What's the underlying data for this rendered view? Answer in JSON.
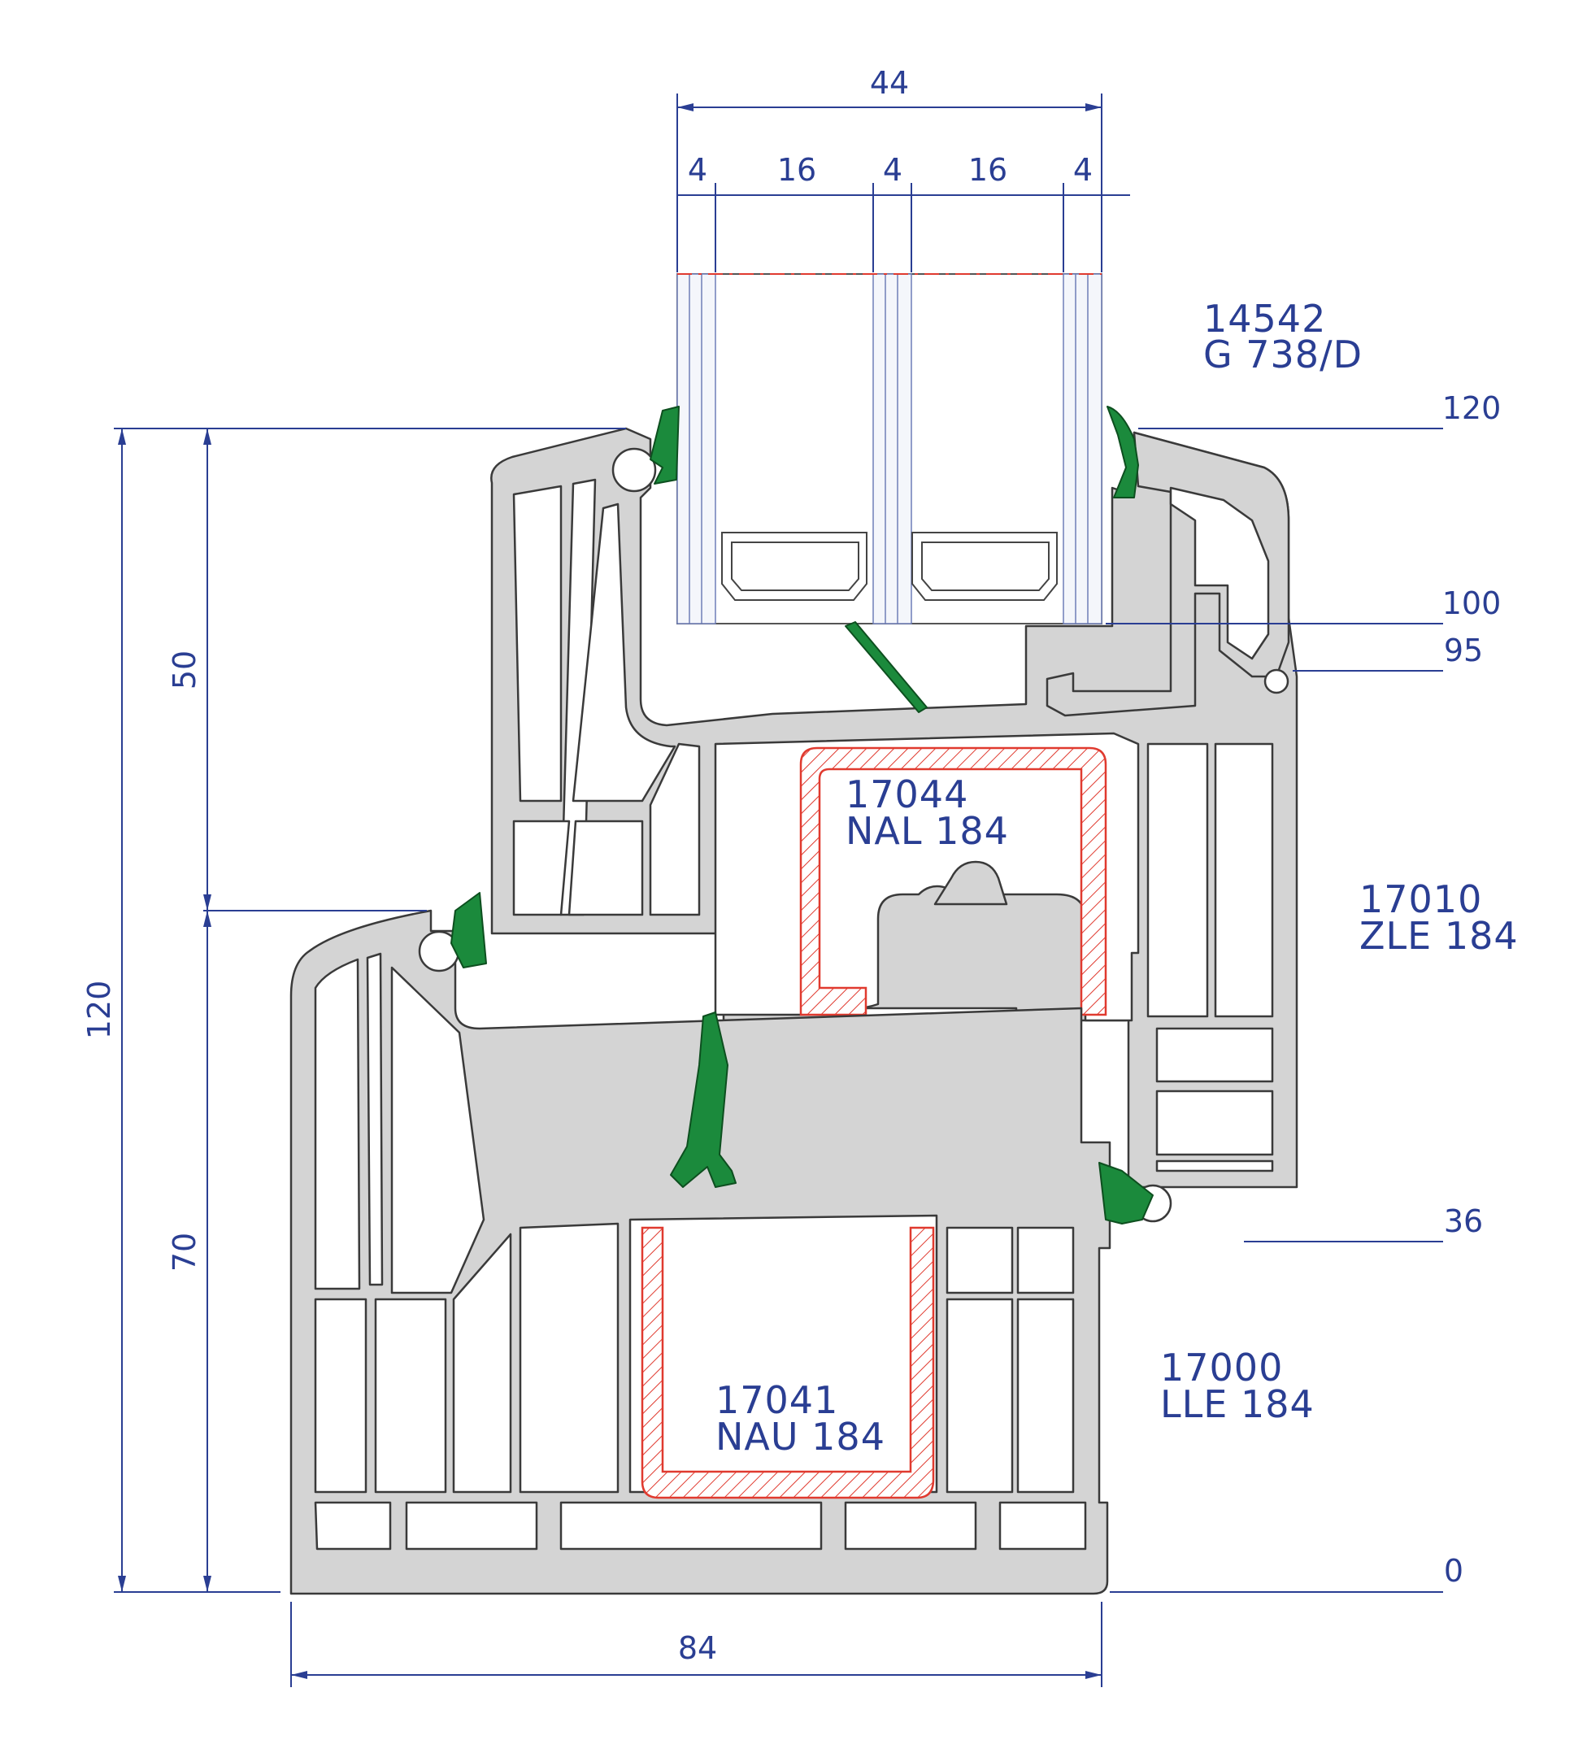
{
  "glazing": {
    "overall_thickness": "44",
    "layers": [
      "4",
      "16",
      "4",
      "16",
      "4"
    ],
    "code": "14542",
    "name": "G 738/D"
  },
  "profiles": {
    "sash": {
      "code": "17010",
      "name": "ZLE 184"
    },
    "frame": {
      "code": "17000",
      "name": "LLE 184"
    },
    "sash_reinforcement": {
      "code": "17044",
      "name": "NAL 184"
    },
    "frame_reinforcement": {
      "code": "17041",
      "name": "NAU 184"
    }
  },
  "dimensions": {
    "frame_depth": "84",
    "total_height": "120",
    "sash_height": "50",
    "frame_height": "70"
  },
  "height_marks": [
    "120",
    "100",
    "95",
    "36",
    "0"
  ],
  "colors": {
    "dimension": "#2a3e93",
    "pvc": "#d4d4d4",
    "gasket": "#1b8a3c",
    "reinforcement": "#e03a2f"
  }
}
